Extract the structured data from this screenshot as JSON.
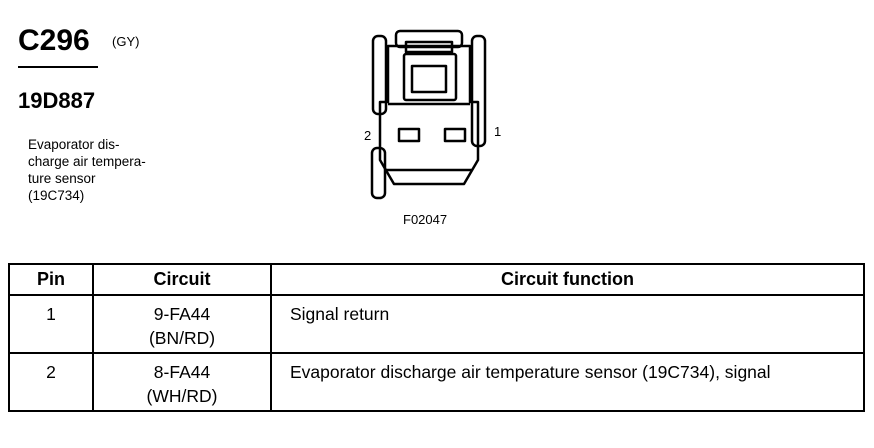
{
  "header": {
    "connector_id": "C296",
    "color_code": "(GY)",
    "part_number": "19D887",
    "description_lines": [
      "Evaporator dis-",
      "charge air tempera-",
      "ture sensor",
      "(19C734)"
    ]
  },
  "diagram": {
    "pin_left_label": "2",
    "pin_right_label": "1",
    "figure_id": "F02047"
  },
  "table": {
    "headers": {
      "pin": "Pin",
      "circuit": "Circuit",
      "function": "Circuit function"
    },
    "rows": [
      {
        "pin": "1",
        "circuit": "9-FA44",
        "wire_color": "(BN/RD)",
        "function": "Signal return"
      },
      {
        "pin": "2",
        "circuit": "8-FA44",
        "wire_color": "(WH/RD)",
        "function": "Evaporator discharge air temperature sensor (19C734), signal"
      }
    ]
  }
}
